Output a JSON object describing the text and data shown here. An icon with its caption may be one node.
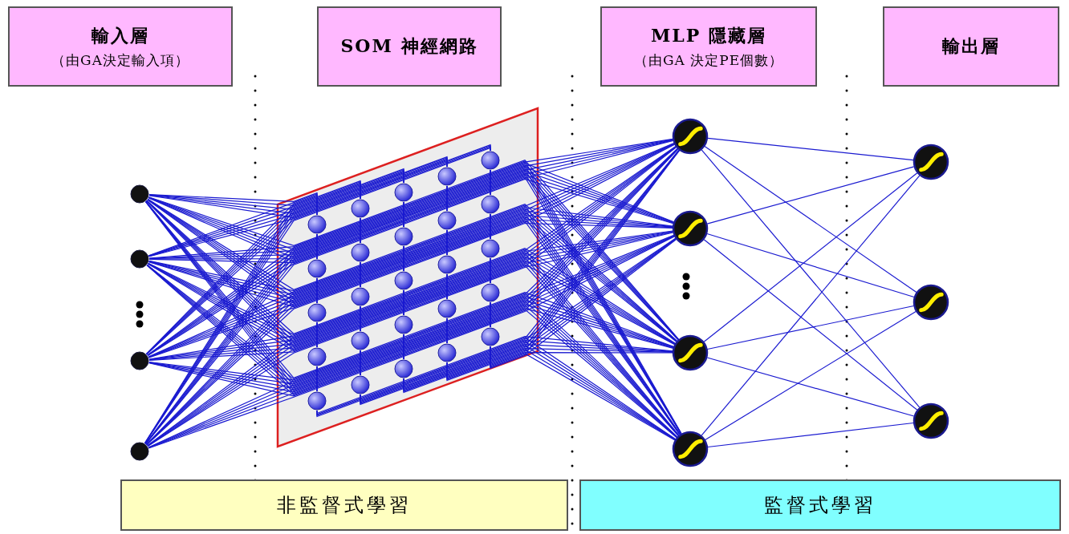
{
  "diagram": {
    "nodes": [
      {
        "text": [
          "輸入層",
          "（由GA決定輸入項）"
        ]
      },
      {
        "text": [
          "SOM 神經網路"
        ]
      },
      {
        "text": [
          "MLP 隱藏層",
          "（由GA 決定PE個數）"
        ]
      },
      {
        "text": [
          "輸出層"
        ]
      },
      {
        "text": [],
        "shape": "circle"
      },
      {
        "text": [],
        "shape": "circle"
      },
      {
        "text": [],
        "shape": "circle"
      },
      {
        "text": [],
        "shape": "circle"
      },
      {
        "text": [],
        "shape": "box"
      },
      {
        "text": [],
        "shape": "circle",
        "in": 8
      },
      {
        "text": [],
        "shape": "circle",
        "in": 8
      },
      {
        "text": [],
        "shape": "circle",
        "in": 8
      },
      {
        "text": [],
        "shape": "circle",
        "in": 8
      },
      {
        "text": [],
        "shape": "circle",
        "in": 8
      },
      {
        "text": [],
        "shape": "circle",
        "in": 8
      },
      {
        "text": [],
        "shape": "circle",
        "in": 8
      },
      {
        "text": [],
        "shape": "circle",
        "in": 8
      },
      {
        "text": [],
        "shape": "circle",
        "in": 8
      },
      {
        "text": [],
        "shape": "circle",
        "in": 8
      },
      {
        "text": [],
        "shape": "circle",
        "in": 8
      },
      {
        "text": [],
        "shape": "circle",
        "in": 8
      },
      {
        "text": [],
        "shape": "circle",
        "in": 8
      },
      {
        "text": [],
        "shape": "circle",
        "in": 8
      },
      {
        "text": [],
        "shape": "circle",
        "in": 8
      },
      {
        "text": [],
        "shape": "circle",
        "in": 8
      },
      {
        "text": [],
        "shape": "circle",
        "in": 8
      },
      {
        "text": [],
        "shape": "circle",
        "in": 8
      },
      {
        "text": [],
        "shape": "circle",
        "in": 8
      },
      {
        "text": [],
        "shape": "circle",
        "in": 8
      },
      {
        "text": [],
        "shape": "circle",
        "in": 8
      },
      {
        "text": [],
        "shape": "circle",
        "in": 8
      },
      {
        "text": [],
        "shape": "circle",
        "in": 8
      },
      {
        "text": [],
        "shape": "circle",
        "in": 8
      },
      {
        "text": [],
        "shape": "circle",
        "in": 8
      },
      {
        "text": [],
        "shape": "circle"
      },
      {
        "text": [],
        "shape": "circle"
      },
      {
        "text": [],
        "shape": "circle"
      },
      {
        "text": [],
        "shape": "circle"
      },
      {
        "text": [],
        "shape": "circle"
      },
      {
        "text": [],
        "shape": "circle"
      },
      {
        "text": [],
        "shape": "circle"
      },
      {
        "text": [
          "非監督式學習"
        ]
      },
      {
        "text": [
          "監督式學習"
        ]
      }
    ],
    "edges": [
      {
        "from": 4,
        "to": 9,
        "arrow": "none"
      },
      {
        "from": 4,
        "to": 10,
        "arrow": "none"
      },
      {
        "from": 4,
        "to": 11,
        "arrow": "none"
      },
      {
        "from": 4,
        "to": 12,
        "arrow": "none"
      },
      {
        "from": 4,
        "to": 13,
        "arrow": "none"
      },
      {
        "from": 4,
        "to": 14,
        "arrow": "none"
      },
      {
        "from": 4,
        "to": 15,
        "arrow": "none"
      },
      {
        "from": 4,
        "to": 16,
        "arrow": "none"
      },
      {
        "from": 4,
        "to": 17,
        "arrow": "none"
      },
      {
        "from": 4,
        "to": 18,
        "arrow": "none"
      },
      {
        "from": 4,
        "to": 19,
        "arrow": "none"
      },
      {
        "from": 4,
        "to": 20,
        "arrow": "none"
      },
      {
        "from": 4,
        "to": 21,
        "arrow": "none"
      },
      {
        "from": 4,
        "to": 22,
        "arrow": "none"
      },
      {
        "from": 4,
        "to": 23,
        "arrow": "none"
      },
      {
        "from": 4,
        "to": 24,
        "arrow": "none"
      },
      {
        "from": 4,
        "to": 25,
        "arrow": "none"
      },
      {
        "from": 4,
        "to": 26,
        "arrow": "none"
      },
      {
        "from": 4,
        "to": 27,
        "arrow": "none"
      },
      {
        "from": 4,
        "to": 28,
        "arrow": "none"
      },
      {
        "from": 4,
        "to": 29,
        "arrow": "none"
      },
      {
        "from": 4,
        "to": 30,
        "arrow": "none"
      },
      {
        "from": 4,
        "to": 31,
        "arrow": "none"
      },
      {
        "from": 4,
        "to": 32,
        "arrow": "none"
      },
      {
        "from": 4,
        "to": 33,
        "arrow": "none"
      },
      {
        "from": 5,
        "to": 9,
        "arrow": "none"
      },
      {
        "from": 5,
        "to": 10,
        "arrow": "none"
      },
      {
        "from": 5,
        "to": 11,
        "arrow": "none"
      },
      {
        "from": 5,
        "to": 12,
        "arrow": "none"
      },
      {
        "from": 5,
        "to": 13,
        "arrow": "none"
      },
      {
        "from": 5,
        "to": 14,
        "arrow": "none"
      },
      {
        "from": 5,
        "to": 15,
        "arrow": "none"
      },
      {
        "from": 5,
        "to": 16,
        "arrow": "none"
      },
      {
        "from": 5,
        "to": 17,
        "arrow": "none"
      },
      {
        "from": 5,
        "to": 18,
        "arrow": "none"
      },
      {
        "from": 5,
        "to": 19,
        "arrow": "none"
      },
      {
        "from": 5,
        "to": 20,
        "arrow": "none"
      },
      {
        "from": 5,
        "to": 21,
        "arrow": "none"
      },
      {
        "from": 5,
        "to": 22,
        "arrow": "none"
      },
      {
        "from": 5,
        "to": 23,
        "arrow": "none"
      },
      {
        "from": 5,
        "to": 24,
        "arrow": "none"
      },
      {
        "from": 5,
        "to": 25,
        "arrow": "none"
      },
      {
        "from": 5,
        "to": 26,
        "arrow": "none"
      },
      {
        "from": 5,
        "to": 27,
        "arrow": "none"
      },
      {
        "from": 5,
        "to": 28,
        "arrow": "none"
      },
      {
        "from": 5,
        "to": 29,
        "arrow": "none"
      },
      {
        "from": 5,
        "to": 30,
        "arrow": "none"
      },
      {
        "from": 5,
        "to": 31,
        "arrow": "none"
      },
      {
        "from": 5,
        "to": 32,
        "arrow": "none"
      },
      {
        "from": 5,
        "to": 33,
        "arrow": "none"
      },
      {
        "from": 6,
        "to": 9,
        "arrow": "none"
      },
      {
        "from": 6,
        "to": 10,
        "arrow": "none"
      },
      {
        "from": 6,
        "to": 11,
        "arrow": "none"
      },
      {
        "from": 6,
        "to": 12,
        "arrow": "none"
      },
      {
        "from": 6,
        "to": 13,
        "arrow": "none"
      },
      {
        "from": 6,
        "to": 14,
        "arrow": "none"
      },
      {
        "from": 6,
        "to": 15,
        "arrow": "none"
      },
      {
        "from": 6,
        "to": 16,
        "arrow": "none"
      },
      {
        "from": 6,
        "to": 17,
        "arrow": "none"
      },
      {
        "from": 6,
        "to": 18,
        "arrow": "none"
      },
      {
        "from": 6,
        "to": 19,
        "arrow": "none"
      },
      {
        "from": 6,
        "to": 20,
        "arrow": "none"
      },
      {
        "from": 6,
        "to": 21,
        "arrow": "none"
      },
      {
        "from": 6,
        "to": 22,
        "arrow": "none"
      },
      {
        "from": 6,
        "to": 23,
        "arrow": "none"
      },
      {
        "from": 6,
        "to": 24,
        "arrow": "none"
      },
      {
        "from": 6,
        "to": 25,
        "arrow": "none"
      },
      {
        "from": 6,
        "to": 26,
        "arrow": "none"
      },
      {
        "from": 6,
        "to": 27,
        "arrow": "none"
      },
      {
        "from": 6,
        "to": 28,
        "arrow": "none"
      },
      {
        "from": 6,
        "to": 29,
        "arrow": "none"
      },
      {
        "from": 6,
        "to": 30,
        "arrow": "none"
      },
      {
        "from": 6,
        "to": 31,
        "arrow": "none"
      },
      {
        "from": 6,
        "to": 32,
        "arrow": "none"
      },
      {
        "from": 6,
        "to": 33,
        "arrow": "none"
      },
      {
        "from": 7,
        "to": 9,
        "arrow": "none"
      },
      {
        "from": 7,
        "to": 10,
        "arrow": "none"
      },
      {
        "from": 7,
        "to": 11,
        "arrow": "none"
      },
      {
        "from": 7,
        "to": 12,
        "arrow": "none"
      },
      {
        "from": 7,
        "to": 13,
        "arrow": "none"
      },
      {
        "from": 7,
        "to": 14,
        "arrow": "none"
      },
      {
        "from": 7,
        "to": 15,
        "arrow": "none"
      },
      {
        "from": 7,
        "to": 16,
        "arrow": "none"
      },
      {
        "from": 7,
        "to": 17,
        "arrow": "none"
      },
      {
        "from": 7,
        "to": 18,
        "arrow": "none"
      },
      {
        "from": 7,
        "to": 19,
        "arrow": "none"
      },
      {
        "from": 7,
        "to": 20,
        "arrow": "none"
      },
      {
        "from": 7,
        "to": 21,
        "arrow": "none"
      },
      {
        "from": 7,
        "to": 22,
        "arrow": "none"
      },
      {
        "from": 7,
        "to": 23,
        "arrow": "none"
      },
      {
        "from": 7,
        "to": 24,
        "arrow": "none"
      },
      {
        "from": 7,
        "to": 25,
        "arrow": "none"
      },
      {
        "from": 7,
        "to": 26,
        "arrow": "none"
      },
      {
        "from": 7,
        "to": 27,
        "arrow": "none"
      },
      {
        "from": 7,
        "to": 28,
        "arrow": "none"
      },
      {
        "from": 7,
        "to": 29,
        "arrow": "none"
      },
      {
        "from": 7,
        "to": 30,
        "arrow": "none"
      },
      {
        "from": 7,
        "to": 31,
        "arrow": "none"
      },
      {
        "from": 7,
        "to": 32,
        "arrow": "none"
      },
      {
        "from": 7,
        "to": 33,
        "arrow": "none"
      },
      {
        "from": 9,
        "to": 34,
        "arrow": "none"
      },
      {
        "from": 9,
        "to": 35,
        "arrow": "none"
      },
      {
        "from": 9,
        "to": 36,
        "arrow": "none"
      },
      {
        "from": 9,
        "to": 37,
        "arrow": "none"
      },
      {
        "from": 10,
        "to": 34,
        "arrow": "none"
      },
      {
        "from": 10,
        "to": 35,
        "arrow": "none"
      },
      {
        "from": 10,
        "to": 36,
        "arrow": "none"
      },
      {
        "from": 10,
        "to": 37,
        "arrow": "none"
      },
      {
        "from": 11,
        "to": 34,
        "arrow": "none"
      },
      {
        "from": 11,
        "to": 35,
        "arrow": "none"
      },
      {
        "from": 11,
        "to": 36,
        "arrow": "none"
      },
      {
        "from": 11,
        "to": 37,
        "arrow": "none"
      },
      {
        "from": 12,
        "to": 34,
        "arrow": "none"
      },
      {
        "from": 12,
        "to": 35,
        "arrow": "none"
      },
      {
        "from": 12,
        "to": 36,
        "arrow": "none"
      },
      {
        "from": 12,
        "to": 37,
        "arrow": "none"
      },
      {
        "from": 13,
        "to": 34,
        "arrow": "none"
      },
      {
        "from": 13,
        "to": 35,
        "arrow": "none"
      },
      {
        "from": 13,
        "to": 36,
        "arrow": "none"
      },
      {
        "from": 13,
        "to": 37,
        "arrow": "none"
      },
      {
        "from": 14,
        "to": 34,
        "arrow": "none"
      },
      {
        "from": 14,
        "to": 35,
        "arrow": "none"
      },
      {
        "from": 14,
        "to": 36,
        "arrow": "none"
      },
      {
        "from": 14,
        "to": 37,
        "arrow": "none"
      },
      {
        "from": 15,
        "to": 34,
        "arrow": "none"
      },
      {
        "from": 15,
        "to": 35,
        "arrow": "none"
      },
      {
        "from": 15,
        "to": 36,
        "arrow": "none"
      },
      {
        "from": 15,
        "to": 37,
        "arrow": "none"
      },
      {
        "from": 16,
        "to": 34,
        "arrow": "none"
      },
      {
        "from": 16,
        "to": 35,
        "arrow": "none"
      },
      {
        "from": 16,
        "to": 36,
        "arrow": "none"
      },
      {
        "from": 16,
        "to": 37,
        "arrow": "none"
      },
      {
        "from": 17,
        "to": 34,
        "arrow": "none"
      },
      {
        "from": 17,
        "to": 35,
        "arrow": "none"
      },
      {
        "from": 17,
        "to": 36,
        "arrow": "none"
      },
      {
        "from": 17,
        "to": 37,
        "arrow": "none"
      },
      {
        "from": 18,
        "to": 34,
        "arrow": "none"
      },
      {
        "from": 18,
        "to": 35,
        "arrow": "none"
      },
      {
        "from": 18,
        "to": 36,
        "arrow": "none"
      },
      {
        "from": 18,
        "to": 37,
        "arrow": "none"
      },
      {
        "from": 19,
        "to": 34,
        "arrow": "none"
      },
      {
        "from": 19,
        "to": 35,
        "arrow": "none"
      },
      {
        "from": 19,
        "to": 36,
        "arrow": "none"
      },
      {
        "from": 19,
        "to": 37,
        "arrow": "none"
      },
      {
        "from": 20,
        "to": 34,
        "arrow": "none"
      },
      {
        "from": 20,
        "to": 35,
        "arrow": "none"
      },
      {
        "from": 20,
        "to": 36,
        "arrow": "none"
      },
      {
        "from": 20,
        "to": 37,
        "arrow": "none"
      },
      {
        "from": 21,
        "to": 34,
        "arrow": "none"
      },
      {
        "from": 21,
        "to": 35,
        "arrow": "none"
      },
      {
        "from": 21,
        "to": 36,
        "arrow": "none"
      },
      {
        "from": 21,
        "to": 37,
        "arrow": "none"
      },
      {
        "from": 22,
        "to": 34,
        "arrow": "none"
      },
      {
        "from": 22,
        "to": 35,
        "arrow": "none"
      },
      {
        "from": 22,
        "to": 36,
        "arrow": "none"
      },
      {
        "from": 22,
        "to": 37,
        "arrow": "none"
      },
      {
        "from": 23,
        "to": 34,
        "arrow": "none"
      },
      {
        "from": 23,
        "to": 35,
        "arrow": "none"
      },
      {
        "from": 23,
        "to": 36,
        "arrow": "none"
      },
      {
        "from": 23,
        "to": 37,
        "arrow": "none"
      },
      {
        "from": 24,
        "to": 34,
        "arrow": "none"
      },
      {
        "from": 24,
        "to": 35,
        "arrow": "none"
      },
      {
        "from": 24,
        "to": 36,
        "arrow": "none"
      },
      {
        "from": 24,
        "to": 37,
        "arrow": "none"
      },
      {
        "from": 25,
        "to": 34,
        "arrow": "none"
      },
      {
        "from": 25,
        "to": 35,
        "arrow": "none"
      },
      {
        "from": 25,
        "to": 36,
        "arrow": "none"
      },
      {
        "from": 25,
        "to": 37,
        "arrow": "none"
      },
      {
        "from": 26,
        "to": 34,
        "arrow": "none"
      },
      {
        "from": 26,
        "to": 35,
        "arrow": "none"
      },
      {
        "from": 26,
        "to": 36,
        "arrow": "none"
      },
      {
        "from": 26,
        "to": 37,
        "arrow": "none"
      },
      {
        "from": 27,
        "to": 34,
        "arrow": "none"
      },
      {
        "from": 27,
        "to": 35,
        "arrow": "none"
      },
      {
        "from": 27,
        "to": 36,
        "arrow": "none"
      },
      {
        "from": 27,
        "to": 37,
        "arrow": "none"
      },
      {
        "from": 28,
        "to": 34,
        "arrow": "none"
      },
      {
        "from": 28,
        "to": 35,
        "arrow": "none"
      },
      {
        "from": 28,
        "to": 36,
        "arrow": "none"
      },
      {
        "from": 28,
        "to": 37,
        "arrow": "none"
      },
      {
        "from": 29,
        "to": 34,
        "arrow": "none"
      },
      {
        "from": 29,
        "to": 35,
        "arrow": "none"
      },
      {
        "from": 29,
        "to": 36,
        "arrow": "none"
      },
      {
        "from": 29,
        "to": 37,
        "arrow": "none"
      },
      {
        "from": 30,
        "to": 34,
        "arrow": "none"
      },
      {
        "from": 30,
        "to": 35,
        "arrow": "none"
      },
      {
        "from": 30,
        "to": 36,
        "arrow": "none"
      },
      {
        "from": 30,
        "to": 37,
        "arrow": "none"
      },
      {
        "from": 31,
        "to": 34,
        "arrow": "none"
      },
      {
        "from": 31,
        "to": 35,
        "arrow": "none"
      },
      {
        "from": 31,
        "to": 36,
        "arrow": "none"
      },
      {
        "from": 31,
        "to": 37,
        "arrow": "none"
      },
      {
        "from": 32,
        "to": 34,
        "arrow": "none"
      },
      {
        "from": 32,
        "to": 35,
        "arrow": "none"
      },
      {
        "from": 32,
        "to": 36,
        "arrow": "none"
      },
      {
        "from": 32,
        "to": 37,
        "arrow": "none"
      },
      {
        "from": 33,
        "to": 34,
        "arrow": "none"
      },
      {
        "from": 33,
        "to": 35,
        "arrow": "none"
      },
      {
        "from": 33,
        "to": 36,
        "arrow": "none"
      },
      {
        "from": 33,
        "to": 37,
        "arrow": "none"
      },
      {
        "from": 34,
        "to": 38,
        "arrow": "none"
      },
      {
        "from": 34,
        "to": 39,
        "arrow": "none"
      },
      {
        "from": 34,
        "to": 40,
        "arrow": "none"
      },
      {
        "from": 35,
        "to": 38,
        "arrow": "none"
      },
      {
        "from": 35,
        "to": 39,
        "arrow": "none"
      },
      {
        "from": 35,
        "to": 40,
        "arrow": "none"
      },
      {
        "from": 36,
        "to": 38,
        "arrow": "none"
      },
      {
        "from": 36,
        "to": 39,
        "arrow": "none"
      },
      {
        "from": 36,
        "to": 40,
        "arrow": "none"
      },
      {
        "from": 37,
        "to": 38,
        "arrow": "none"
      },
      {
        "from": 37,
        "to": 39,
        "arrow": "none"
      },
      {
        "from": 37,
        "to": 40,
        "arrow": "none"
      }
    ]
  }
}
